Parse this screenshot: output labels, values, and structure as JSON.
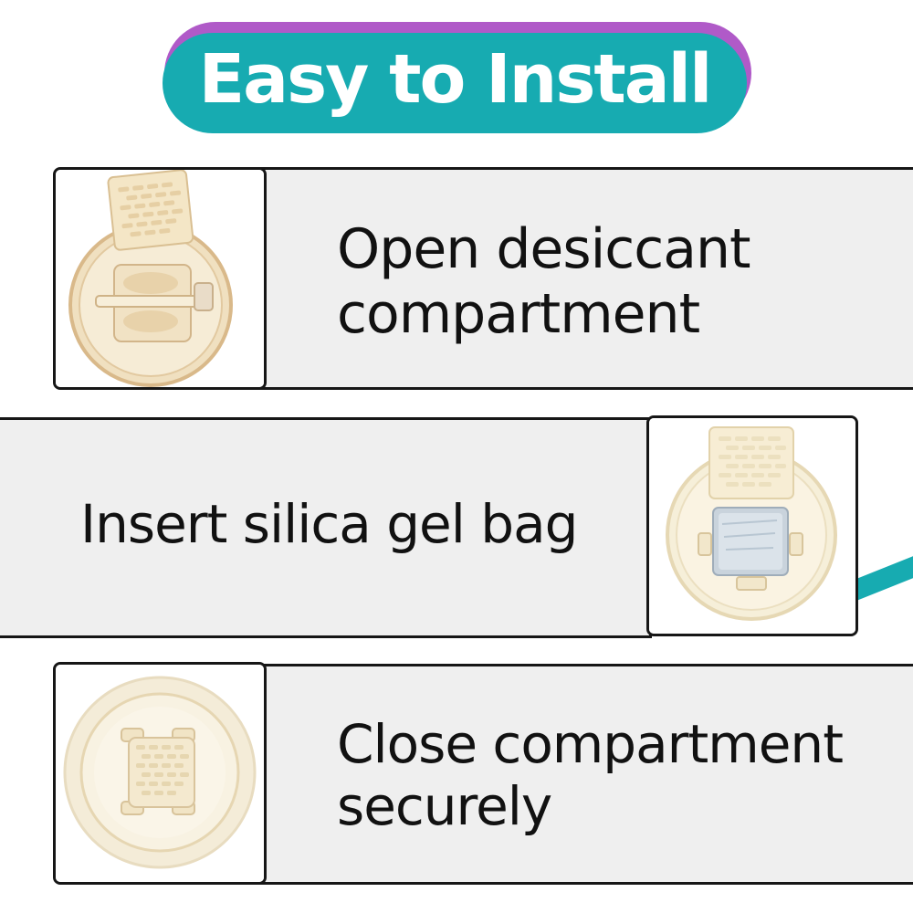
{
  "header": {
    "title": "Easy to Install"
  },
  "steps": [
    {
      "line1": "Open desiccant",
      "line2": "compartment",
      "image": "open-compartment-photo"
    },
    {
      "line1": "Insert silica gel bag",
      "image": "inserted-silica-bag-photo"
    },
    {
      "line1": "Close compartment",
      "line2": "securely",
      "image": "closed-compartment-photo"
    }
  ],
  "colors": {
    "teal": "#17abb1",
    "purple": "#b05ac8",
    "band_gray": "#efefef",
    "border": "#161616",
    "product_cream": "#f3e8cc"
  }
}
